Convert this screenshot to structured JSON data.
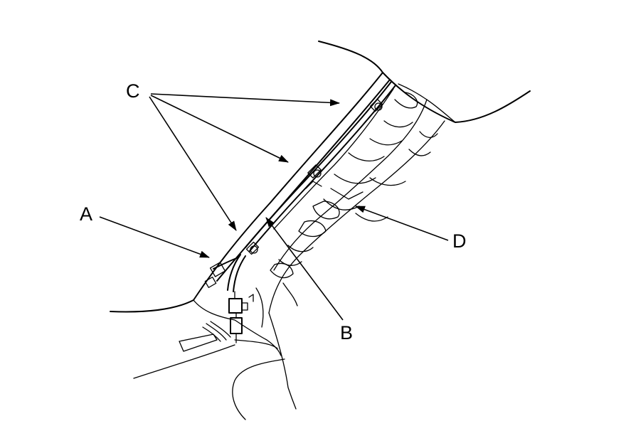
{
  "figure": {
    "callouts": {
      "a": "A",
      "b": "B",
      "c": "C",
      "d": "D"
    },
    "colors": {
      "ink": "#000000",
      "paper": "#ffffff"
    }
  }
}
